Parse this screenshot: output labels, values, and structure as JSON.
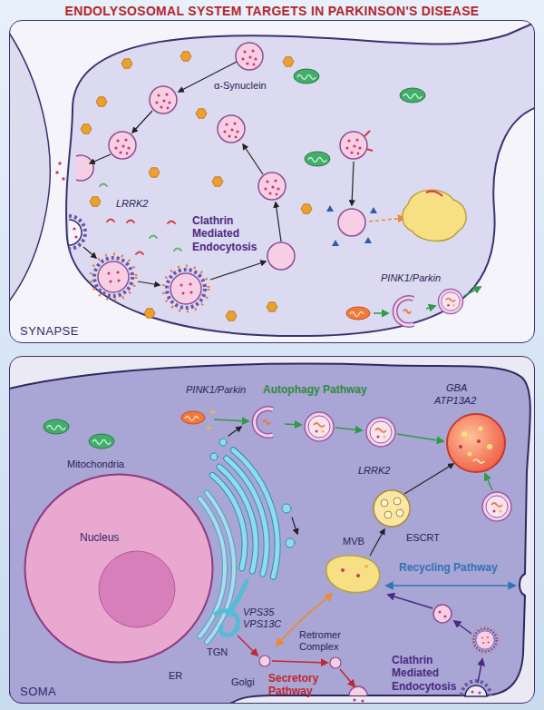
{
  "diagram": {
    "title": "ENDOLYSOSOMAL SYSTEM TARGETS IN PARKINSON'S DISEASE",
    "nodes": [
      {
        "text": [
          "SYNAPSE"
        ]
      },
      {
        "text": [
          "SOMA"
        ]
      },
      {
        "text": [
          "Nucleus"
        ],
        "in": 1
      }
    ],
    "labels": [
      "α-Synuclein",
      "LRRK2",
      "Clathrin Mediated Endocytosis",
      "PINK1/Parkin",
      "PINK1/Parkin",
      "Autophagy Pathway",
      "GBA",
      "ATP13A2",
      "Mitochondria",
      "LRRK2",
      "ESCRT",
      "MVB",
      "Recycling Pathway",
      "VPS35",
      "VPS13C",
      "TGN",
      "Retromer Complex",
      "ER",
      "Golgi",
      "Secretory Pathway",
      "Clathrin Mediated Endocytosis"
    ]
  }
}
